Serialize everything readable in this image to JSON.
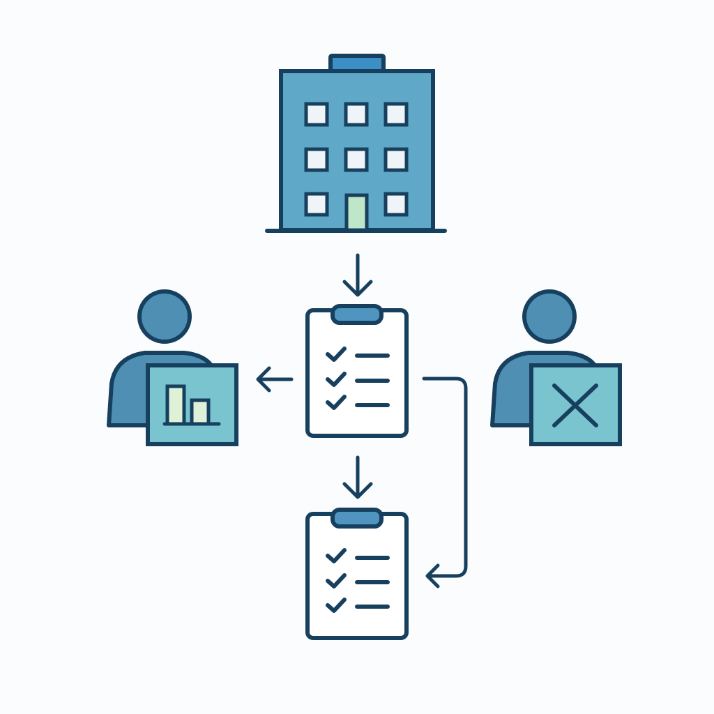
{
  "diagram": {
    "nodes": [
      {
        "id": "building",
        "icon": "office-building-icon"
      },
      {
        "id": "checklist-top",
        "icon": "clipboard-checklist-icon"
      },
      {
        "id": "checklist-bottom",
        "icon": "clipboard-checklist-icon"
      },
      {
        "id": "person-left",
        "icon": "person-with-bar-chart-icon"
      },
      {
        "id": "person-right",
        "icon": "person-with-x-mark-icon"
      }
    ],
    "edges": [
      {
        "from": "building",
        "to": "checklist-top"
      },
      {
        "from": "checklist-top",
        "to": "person-left"
      },
      {
        "from": "checklist-top",
        "to": "checklist-bottom"
      },
      {
        "from": "checklist-top",
        "to": "checklist-bottom",
        "route": "loop-right"
      }
    ]
  },
  "colors": {
    "stroke": "#17405e",
    "building_fill": "#5fa8c8",
    "person_fill": "#4e8fb3",
    "card_fill": "#79c4cf",
    "clip_fill": "#4f95c0",
    "window_fill": "#eef4f7",
    "door_fill": "#bfe6c8",
    "paper_fill": "#ffffff",
    "background": "#fbfcfd"
  }
}
